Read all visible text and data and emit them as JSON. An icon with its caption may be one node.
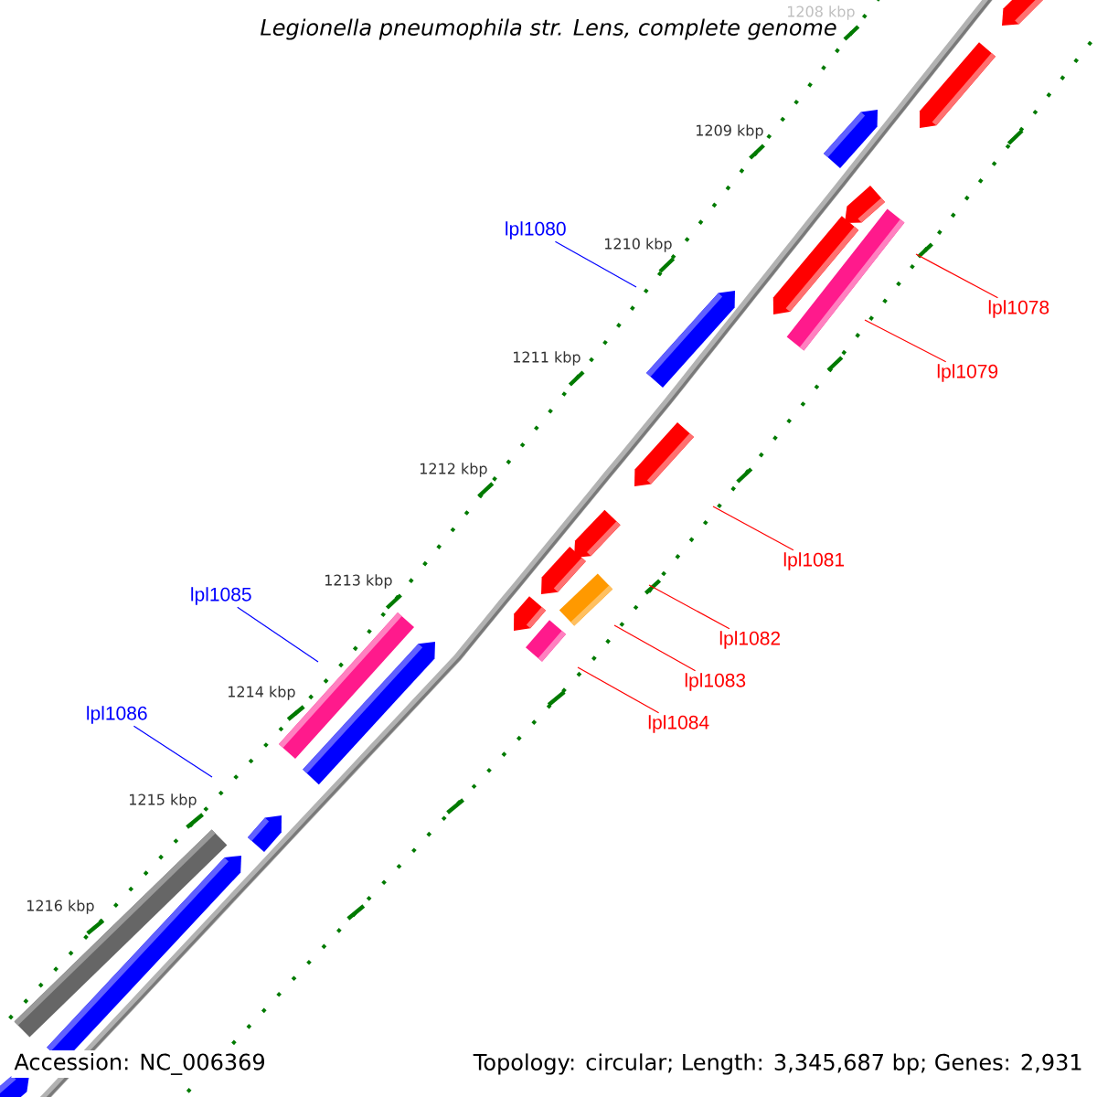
{
  "diagram": {
    "title": "Legionella pneumophila str. Lens, complete genome",
    "nodes": [
      {
        "text": [
          "lpl1080"
        ]
      },
      {
        "text": [
          "lpl1078"
        ]
      },
      {
        "text": [
          "lpl1079"
        ]
      },
      {
        "text": [
          "lpl1081"
        ]
      },
      {
        "text": [
          "lpl1085"
        ]
      },
      {
        "text": [
          "lpl1082"
        ]
      },
      {
        "text": [
          "lpl1083"
        ]
      },
      {
        "text": [
          "lpl1086"
        ]
      },
      {
        "text": [
          "lpl1084"
        ]
      }
    ],
    "edges": [
      {
        "from": 0,
        "to": null,
        "arrow": "none",
        "color": "#0000ff"
      },
      {
        "from": 1,
        "to": null,
        "arrow": "none"
      },
      {
        "from": 2,
        "to": null,
        "arrow": "none"
      },
      {
        "from": 3,
        "to": null,
        "arrow": "none"
      },
      {
        "from": 4,
        "to": null,
        "arrow": "none",
        "color": "#0000ff"
      },
      {
        "from": 5,
        "to": null,
        "arrow": "none"
      },
      {
        "from": 6,
        "to": null,
        "arrow": "none"
      },
      {
        "from": 7,
        "to": null,
        "arrow": "none",
        "color": "#0000ff"
      },
      {
        "from": 8,
        "to": null,
        "arrow": "none"
      }
    ],
    "labels": [
      "1208 kbp",
      "1209 kbp",
      "1210 kbp",
      "1211 kbp",
      "1212 kbp",
      "1213 kbp",
      "1214 kbp",
      "1215 kbp",
      "1216 kbp",
      "Accession: NC_006369",
      "Topology: circular; Length: 3,345,687 bp; Genes: 2,931"
    ]
  }
}
